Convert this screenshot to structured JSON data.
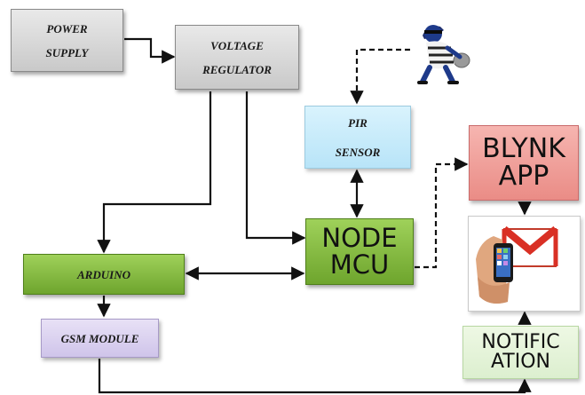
{
  "blocks": {
    "power_supply": [
      "POWER",
      "SUPPLY"
    ],
    "voltage_regulator": [
      "VOLTAGE",
      "REGULATOR"
    ],
    "pir_sensor": [
      "PIR",
      "SENSOR"
    ],
    "node_mcu": [
      "NODE",
      "MCU"
    ],
    "arduino": "ARDUINO",
    "gsm_module": "GSM MODULE",
    "blynk_app": [
      "BLYNK",
      "APP"
    ],
    "notification": [
      "NOTIFIC",
      "ATION"
    ]
  },
  "colors": {
    "gray_block": "#d4d4d4",
    "pir_block": "#c6ebfb",
    "nodemcu_block": "#7cb23a",
    "arduino_block": "#84bc3e",
    "gsm_block": "#dcd2f0",
    "blynk_block": "#f0a29d",
    "notification_block": "#e6f4da",
    "connector": "#111111"
  },
  "icons": {
    "intruder": "burglar-icon",
    "phone": "smartphone-gmail-icon"
  }
}
